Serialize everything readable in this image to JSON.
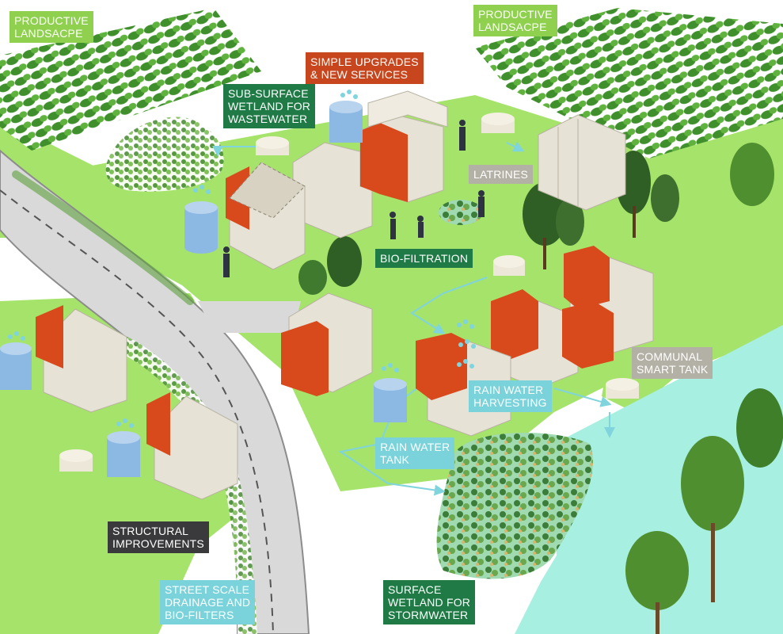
{
  "labels": {
    "productive_left": [
      "PRODUCTIVE",
      "LANDSACPE"
    ],
    "productive_right": [
      "PRODUCTIVE",
      "LANDSACPE"
    ],
    "simple_upgrades": [
      "SIMPLE UPGRADES",
      "& NEW SERVICES"
    ],
    "sub_surface": [
      "SUB-SURFACE",
      "WETLAND FOR",
      "WASTEWATER"
    ],
    "latrines": [
      "LATRINES"
    ],
    "bio_filtration": [
      "BIO-FILTRATION"
    ],
    "communal_tank": [
      "COMMUNAL",
      "SMART TANK"
    ],
    "rain_harvesting": [
      "RAIN WATER",
      "HARVESTING"
    ],
    "rain_tank": [
      "RAIN WATER",
      "TANK"
    ],
    "structural": [
      "STRUCTURAL",
      "IMPROVEMENTS"
    ],
    "street_scale": [
      "STREET SCALE",
      "DRAINAGE AND",
      "BIO-FILTERS"
    ],
    "surface_wetland": [
      "SURFACE",
      "WETLAND FOR",
      "STORMWATER"
    ]
  },
  "colors": {
    "grass": "#a6e36a",
    "road": "#d9d9d9",
    "road_edge": "#8c8c8c",
    "house_wall": "#e6e2d6",
    "house_accent": "#d8491c",
    "tank_blue": "#8cb9e3",
    "tank_beige": "#ece7d8",
    "water": "#a7efe0",
    "flow_arrow": "#7fd4de",
    "tree_dark": "#2f5f24",
    "crop_green": "#3f8f2c"
  },
  "icons": [
    "water-drop-icon",
    "arrow-icon",
    "tree-icon",
    "person-icon"
  ]
}
